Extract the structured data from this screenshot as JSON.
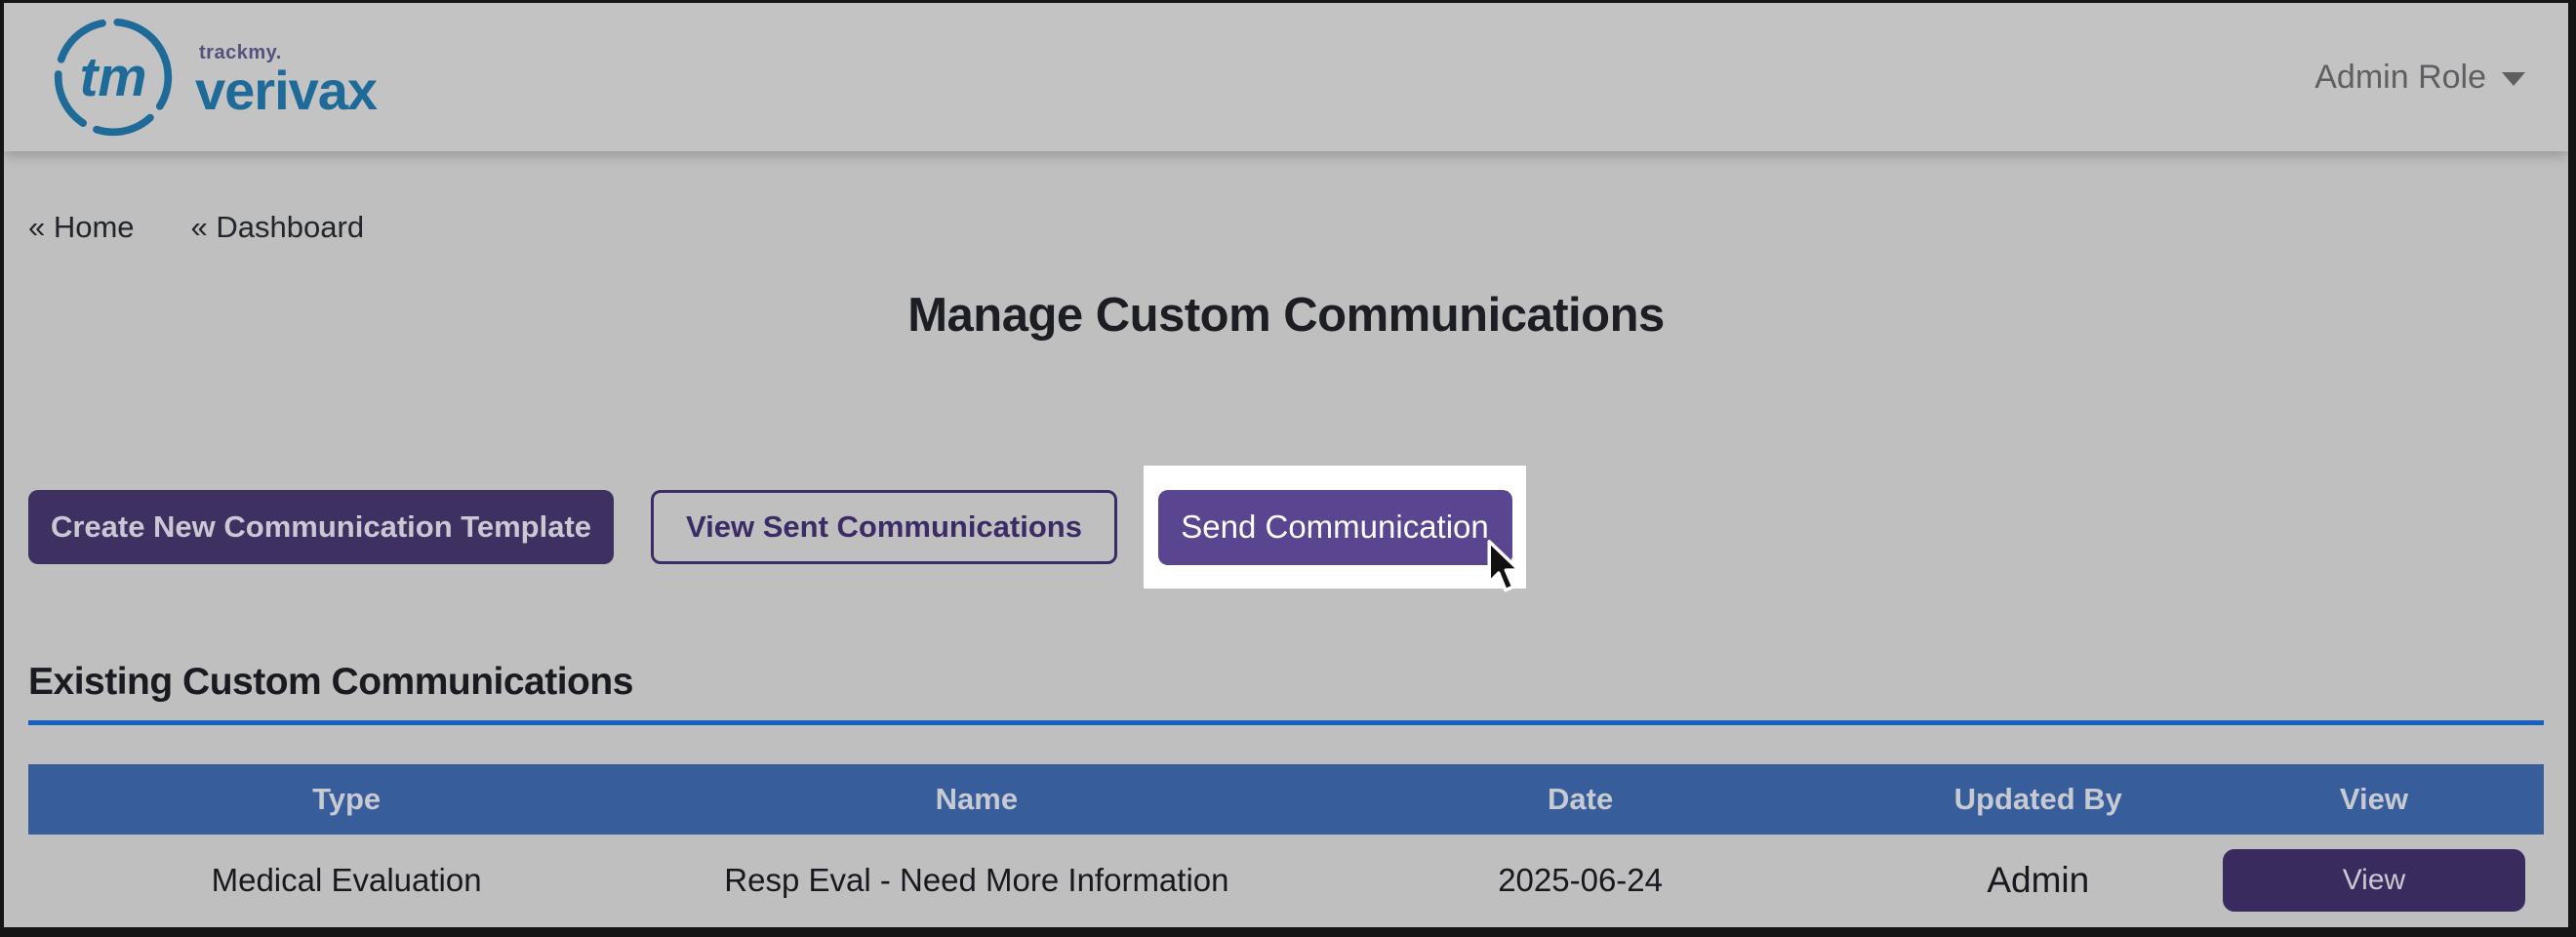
{
  "brand": {
    "logo_tm": "tm",
    "logo_top": "trackmy.",
    "logo_name": "verivax"
  },
  "header": {
    "role_label": "Admin Role"
  },
  "breadcrumbs": [
    {
      "label": "« Home"
    },
    {
      "label": "« Dashboard"
    }
  ],
  "page": {
    "title": "Manage Custom Communications",
    "section_heading": "Existing Custom Communications"
  },
  "actions": {
    "create_template": "Create New Communication Template",
    "view_sent": "View Sent Communications",
    "send_communication": "Send Communication"
  },
  "table": {
    "headers": [
      "Type",
      "Name",
      "Date",
      "Updated By",
      "View"
    ],
    "rows": [
      {
        "type": "Medical Evaluation",
        "name": "Resp Eval - Need More Information",
        "date": "2025-06-24",
        "updated_by": "Admin",
        "view_label": "View"
      }
    ]
  },
  "colors": {
    "accent_purple_bright": "#5a4590",
    "accent_purple_dim": "#3e3162",
    "outline_purple": "#3b2b66",
    "table_header_blue": "#385d9b",
    "rule_blue": "#1560c0",
    "logo_blue": "#1e6b99",
    "logo_purple": "#54517e",
    "spotlight_white": "#ffffff",
    "page_gray": "#bfbfbf"
  }
}
